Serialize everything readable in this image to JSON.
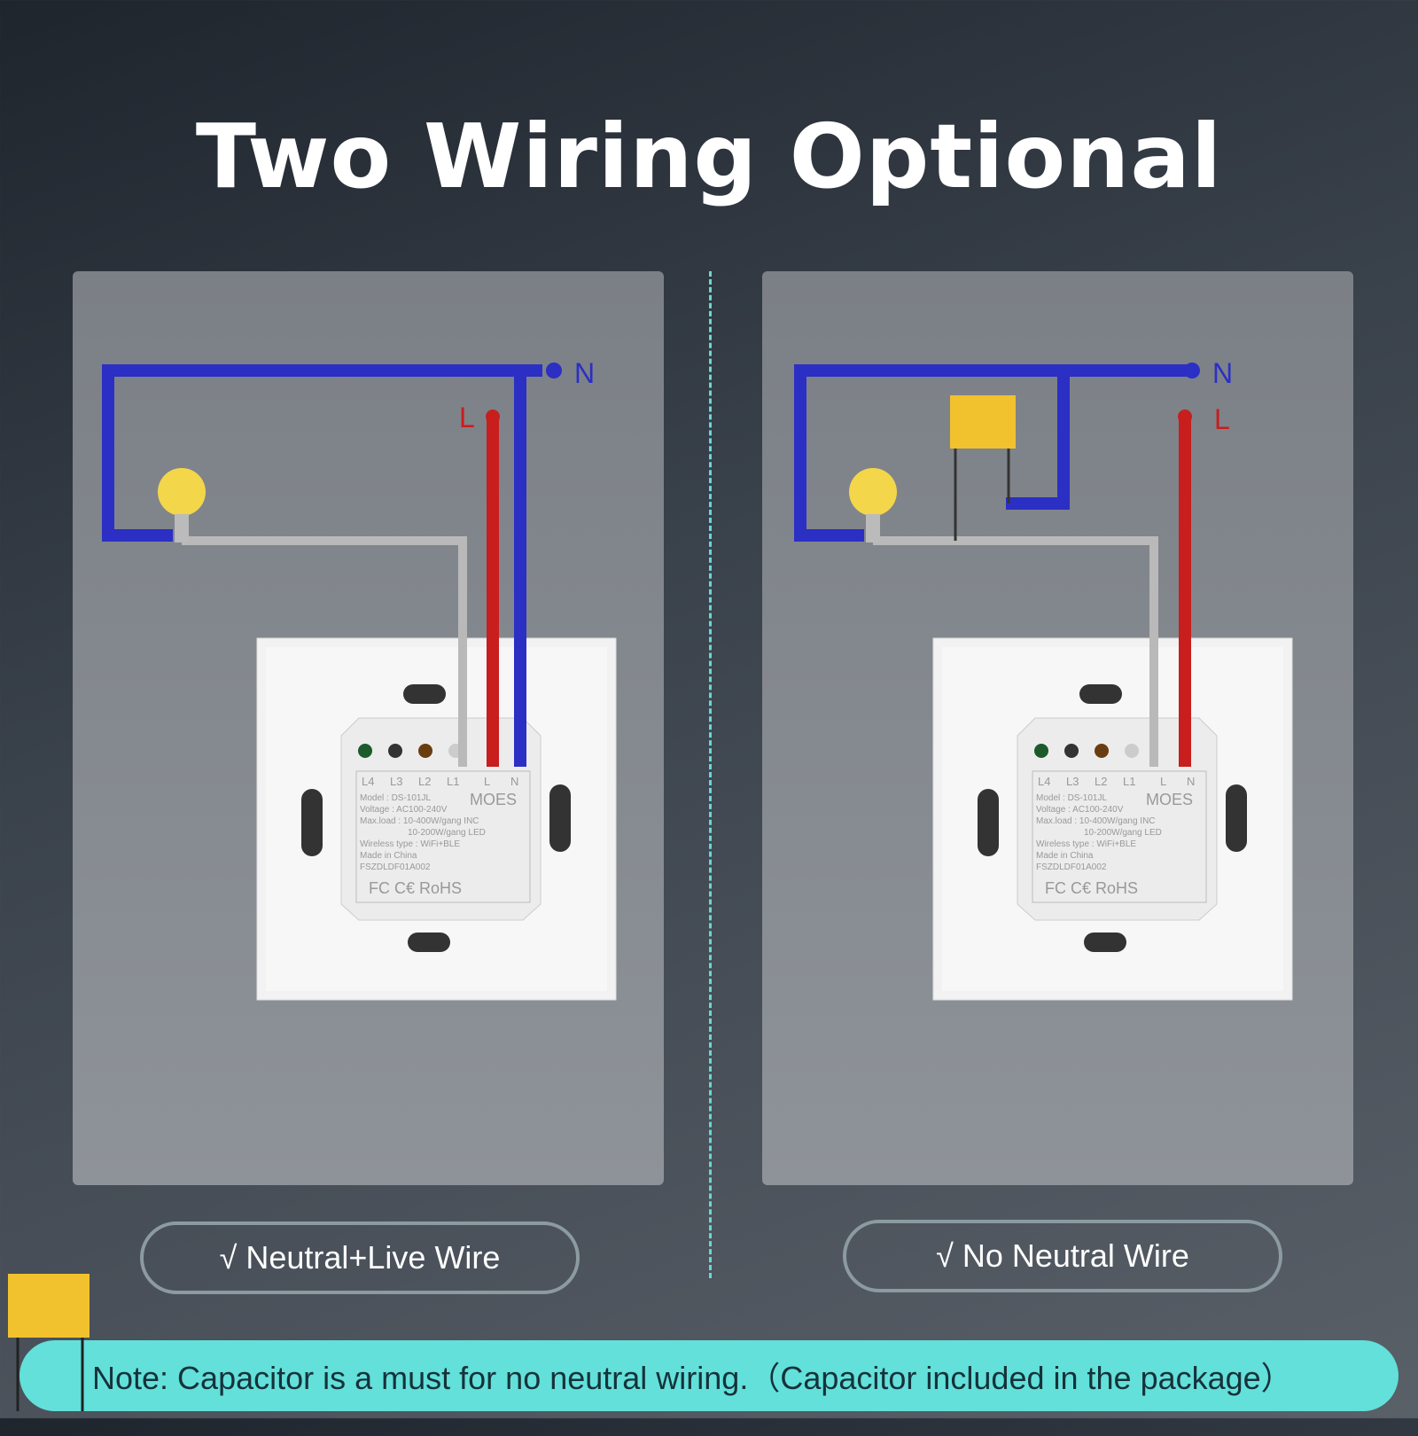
{
  "title": "Two Wiring Optional",
  "left": {
    "label": "√ Neutral+Live Wire",
    "n": "N",
    "l": "L"
  },
  "right": {
    "label": "√ No Neutral Wire",
    "n": "N",
    "l": "L"
  },
  "module": {
    "terminals": [
      "L4",
      "L3",
      "L2",
      "L1",
      "L",
      "N"
    ],
    "brand": "MOES",
    "model": "Model : DS-101JL",
    "voltage": "Voltage : AC100-240V",
    "maxload1": "Max.load : 10-400W/gang  INC",
    "maxload2": "10-200W/gang  LED",
    "wireless": "Wireless type : WiFi+BLE",
    "made": "Made in China",
    "code": "FSZDLDF01A002",
    "certs": "FC C€ RoHS"
  },
  "note": "Note: Capacitor is a must for no neutral wiring.（Capacitor included in the package）",
  "colors": {
    "neutral": "#2b2fc4",
    "live": "#c81e1e",
    "load": "#b9b9b9",
    "note_bg": "#63e0da",
    "capacitor": "#f2c12e"
  }
}
